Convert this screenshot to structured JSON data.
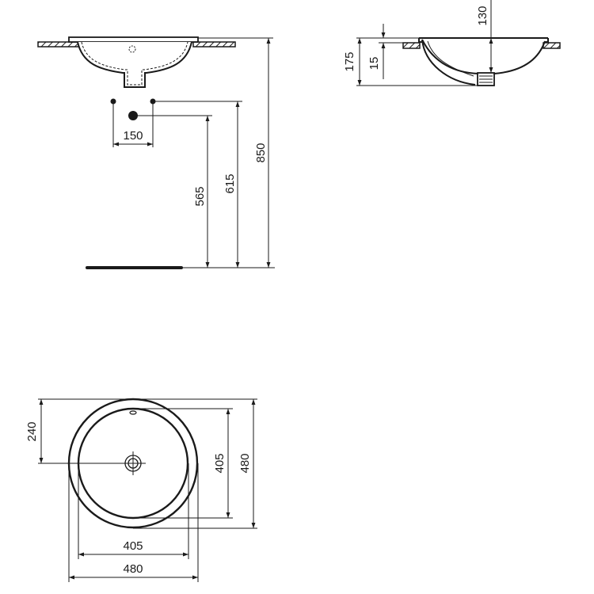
{
  "colors": {
    "line": "#1a1a1a",
    "background": "#ffffff"
  },
  "front_view": {
    "dimensions": {
      "tap_spacing": "150",
      "waste_height": "565",
      "supply_height": "615",
      "rim_height": "850"
    }
  },
  "side_view": {
    "dimensions": {
      "overall_depth": "175",
      "rim_thickness": "15",
      "bowl_depth": "130"
    }
  },
  "top_view": {
    "dimensions": {
      "drain_offset": "240",
      "inner_height": "405",
      "outer_height": "480",
      "inner_width": "405",
      "outer_width": "480"
    }
  }
}
